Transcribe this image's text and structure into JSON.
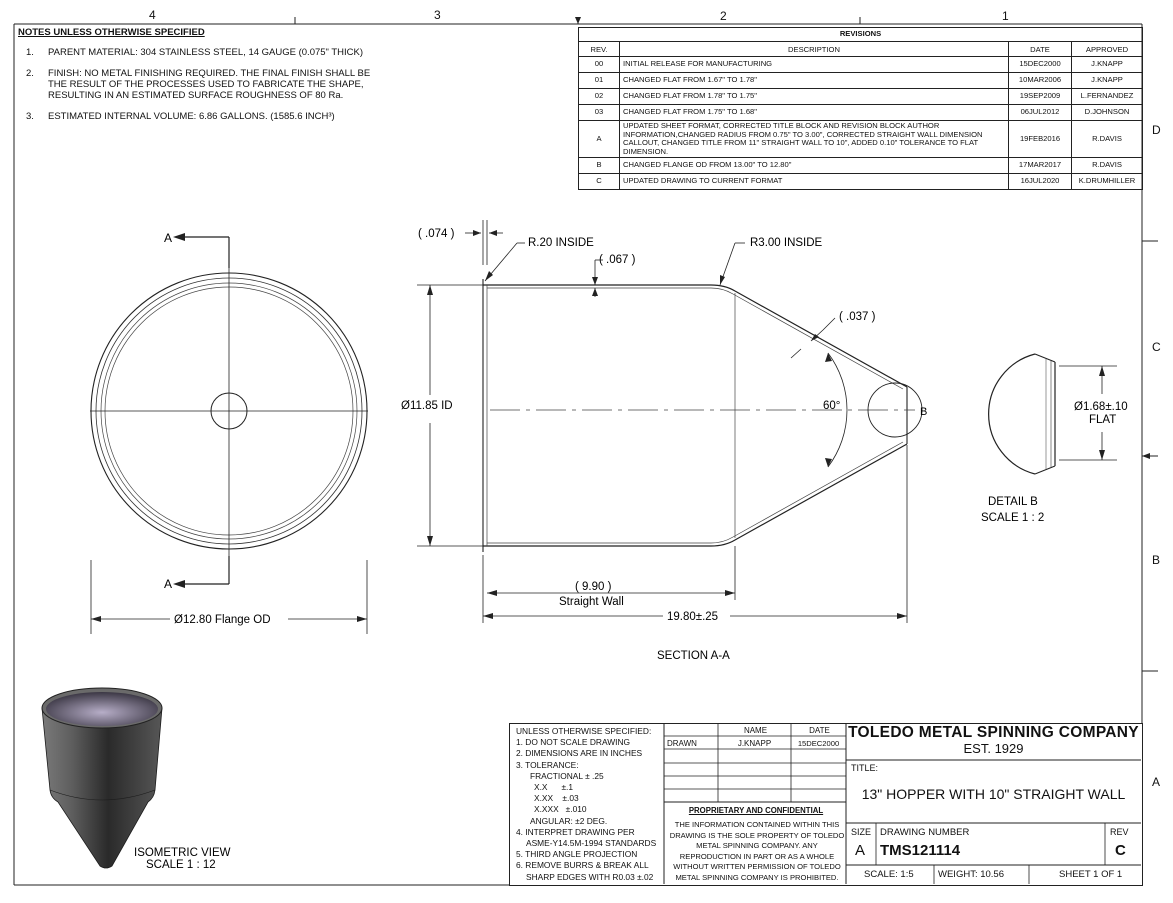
{
  "zones": {
    "top": [
      "4",
      "3",
      "2",
      "1"
    ],
    "right": [
      "D",
      "C",
      "B",
      "A"
    ]
  },
  "notes": {
    "header": "NOTES UNLESS OTHERWISE SPECIFIED",
    "items": [
      {
        "num": "1.",
        "text": "PARENT MATERIAL: 304 STAINLESS STEEL, 14 GAUGE (0.075\" THICK)"
      },
      {
        "num": "2.",
        "text": "FINISH: NO METAL FINISHING REQUIRED.  THE FINAL FINISH SHALL BE THE RESULT OF THE PROCESSES USED TO FABRICATE THE SHAPE, RESULTING IN AN ESTIMATED SURFACE ROUGHNESS OF 80 Ra."
      },
      {
        "num": "3.",
        "text": "ESTIMATED INTERNAL VOLUME: 6.86 GALLONS. (1585.6 INCH³)"
      }
    ]
  },
  "revisions": {
    "title": "REVISIONS",
    "headers": [
      "REV.",
      "DESCRIPTION",
      "DATE",
      "APPROVED"
    ],
    "rows": [
      {
        "rev": "00",
        "desc": "INITIAL RELEASE FOR MANUFACTURING",
        "date": "15DEC2000",
        "approved": "J.KNAPP"
      },
      {
        "rev": "01",
        "desc": "CHANGED FLAT FROM 1.67\" TO 1.78\"",
        "date": "10MAR2006",
        "approved": "J.KNAPP"
      },
      {
        "rev": "02",
        "desc": "CHANGED FLAT FROM 1.78\" TO 1.75\"",
        "date": "19SEP2009",
        "approved": "L.FERNANDEZ"
      },
      {
        "rev": "03",
        "desc": "CHANGED FLAT FROM 1.75\" TO 1.68\"",
        "date": "06JUL2012",
        "approved": "D.JOHNSON"
      },
      {
        "rev": "A",
        "desc": "UPDATED SHEET FORMAT, CORRECTED TITLE BLOCK AND REVISION BLOCK AUTHOR INFORMATION,CHANGED RADIUS FROM 0.75\" TO 3.00\", CORRECTED STRAIGHT WALL DIMENSION CALLOUT, CHANGED TITLE FROM 11\" STRAIGHT WALL TO 10\", ADDED 0.10\" TOLERANCE TO FLAT DIMENSION.",
        "date": "19FEB2016",
        "approved": "R.DAVIS"
      },
      {
        "rev": "B",
        "desc": "CHANGED FLANGE OD FROM 13.00\" TO 12.80\"",
        "date": "17MAR2017",
        "approved": "R.DAVIS"
      },
      {
        "rev": "C",
        "desc": "UPDATED DRAWING TO CURRENT FORMAT",
        "date": "16JUL2020",
        "approved": "K.DRUMHILLER"
      }
    ]
  },
  "front_view": {
    "section_mark": "A",
    "flange_od": "Ø12.80 Flange OD"
  },
  "section_view": {
    "dim_074": "( .074 )",
    "r_inside_small": "R.20 INSIDE",
    "dim_067": "( .067 )",
    "r_inside_large": "R3.00 INSIDE",
    "dim_037": "( .037 )",
    "angle": "60°",
    "detail_mark": "B",
    "id_dim": "Ø11.85 ID",
    "straight_wall_val": "( 9.90 )",
    "straight_wall_label": "Straight Wall",
    "overall_len": "19.80±.25",
    "caption": "SECTION A-A"
  },
  "detail_view": {
    "flat_dim": "Ø1.68±.10",
    "flat_label": "FLAT",
    "caption": "DETAIL B",
    "scale": "SCALE 1 : 2"
  },
  "iso_view": {
    "caption": "ISOMETRIC VIEW",
    "scale": "SCALE 1 : 12"
  },
  "title_block": {
    "spec_lines": [
      "UNLESS OTHERWISE SPECIFIED:",
      "1. DO NOT SCALE DRAWING",
      "2. DIMENSIONS ARE IN INCHES",
      "3. TOLERANCE:",
      "FRACTIONAL ± .25",
      "X.X      ±.1",
      "X.XX    ±.03",
      "X.XXX   ±.010",
      "ANGULAR: ±2 DEG.",
      "4. INTERPRET DRAWING PER",
      "ASME-Y14.5M-1994 STANDARDS",
      "5. THIRD ANGLE PROJECTION",
      "6. REMOVE BURRS & BREAK ALL",
      "SHARP EDGES WITH R0.03 ±.02"
    ],
    "name_header": "NAME",
    "date_header": "DATE",
    "drawn_label": "DRAWN",
    "drawn_name": "J.KNAPP",
    "drawn_date": "15DEC2000",
    "proprietary_title": "PROPRIETARY AND CONFIDENTIAL",
    "proprietary_text": "THE INFORMATION CONTAINED WITHIN THIS DRAWING IS THE SOLE PROPERTY OF TOLEDO METAL SPINNING COMPANY.  ANY REPRODUCTION IN PART OR AS A WHOLE WITHOUT WRITTEN PERMISSION OF TOLEDO METAL SPINNING COMPANY IS PROHIBITED.",
    "company": "TOLEDO METAL SPINNING COMPANY",
    "est": "EST. 1929",
    "title_label": "TITLE:",
    "title": "13\" HOPPER WITH 10\" STRAIGHT WALL",
    "size_label": "SIZE",
    "size": "A",
    "dwg_no_label": "DRAWING NUMBER",
    "dwg_no": "TMS121114",
    "rev_label": "REV",
    "rev": "C",
    "scale": "SCALE: 1:5",
    "weight": "WEIGHT: 10.56",
    "sheet": "SHEET 1 OF 1"
  }
}
